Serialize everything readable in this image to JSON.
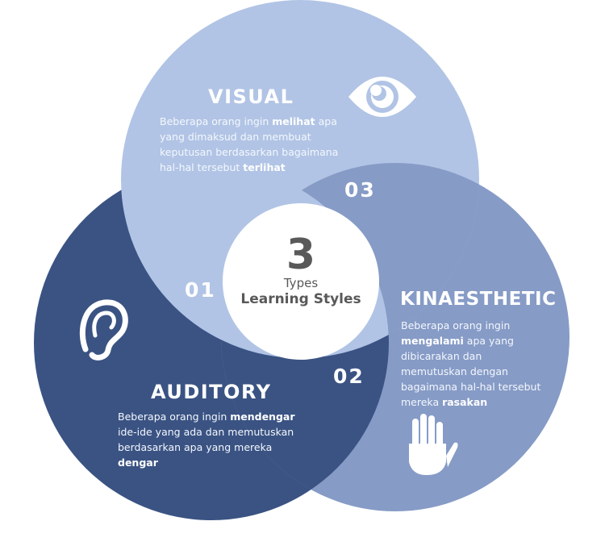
{
  "colors": {
    "visual": "#b1c4e5",
    "kinaesthetic": "#869bc6",
    "auditory": "#3a5383",
    "center": "#ffffff",
    "text": "#595959"
  },
  "center": {
    "number": "3",
    "line1": "Types",
    "line2": "Learning Styles"
  },
  "visual": {
    "title": "VISUAL",
    "number": "03",
    "icon": "eye-icon",
    "desc": [
      {
        "t": "Beberapa orang ingin "
      },
      {
        "t": "melihat",
        "b": true
      },
      {
        "t": " apa yang dimaksud dan membuat keputusan berdasarkan bagaimana hal-hal tersebut "
      },
      {
        "t": "terlihat",
        "b": true
      }
    ]
  },
  "auditory": {
    "title": "AUDITORY",
    "number": "01",
    "icon": "ear-icon",
    "desc": [
      {
        "t": "Beberapa orang ingin "
      },
      {
        "t": "mendengar",
        "b": true
      },
      {
        "t": " ide-ide yang ada dan memutuskan berdasarkan apa yang mereka "
      },
      {
        "t": "dengar",
        "b": true
      }
    ]
  },
  "kinaesthetic": {
    "title": "KINAESTHETIC",
    "number": "02",
    "icon": "hand-icon",
    "desc": [
      {
        "t": "Beberapa orang ingin "
      },
      {
        "t": "mengalami",
        "b": true
      },
      {
        "t": " apa yang dibicarakan dan memutuskan dengan bagaimana hal-hal tersebut mereka "
      },
      {
        "t": "rasakan",
        "b": true
      }
    ]
  }
}
